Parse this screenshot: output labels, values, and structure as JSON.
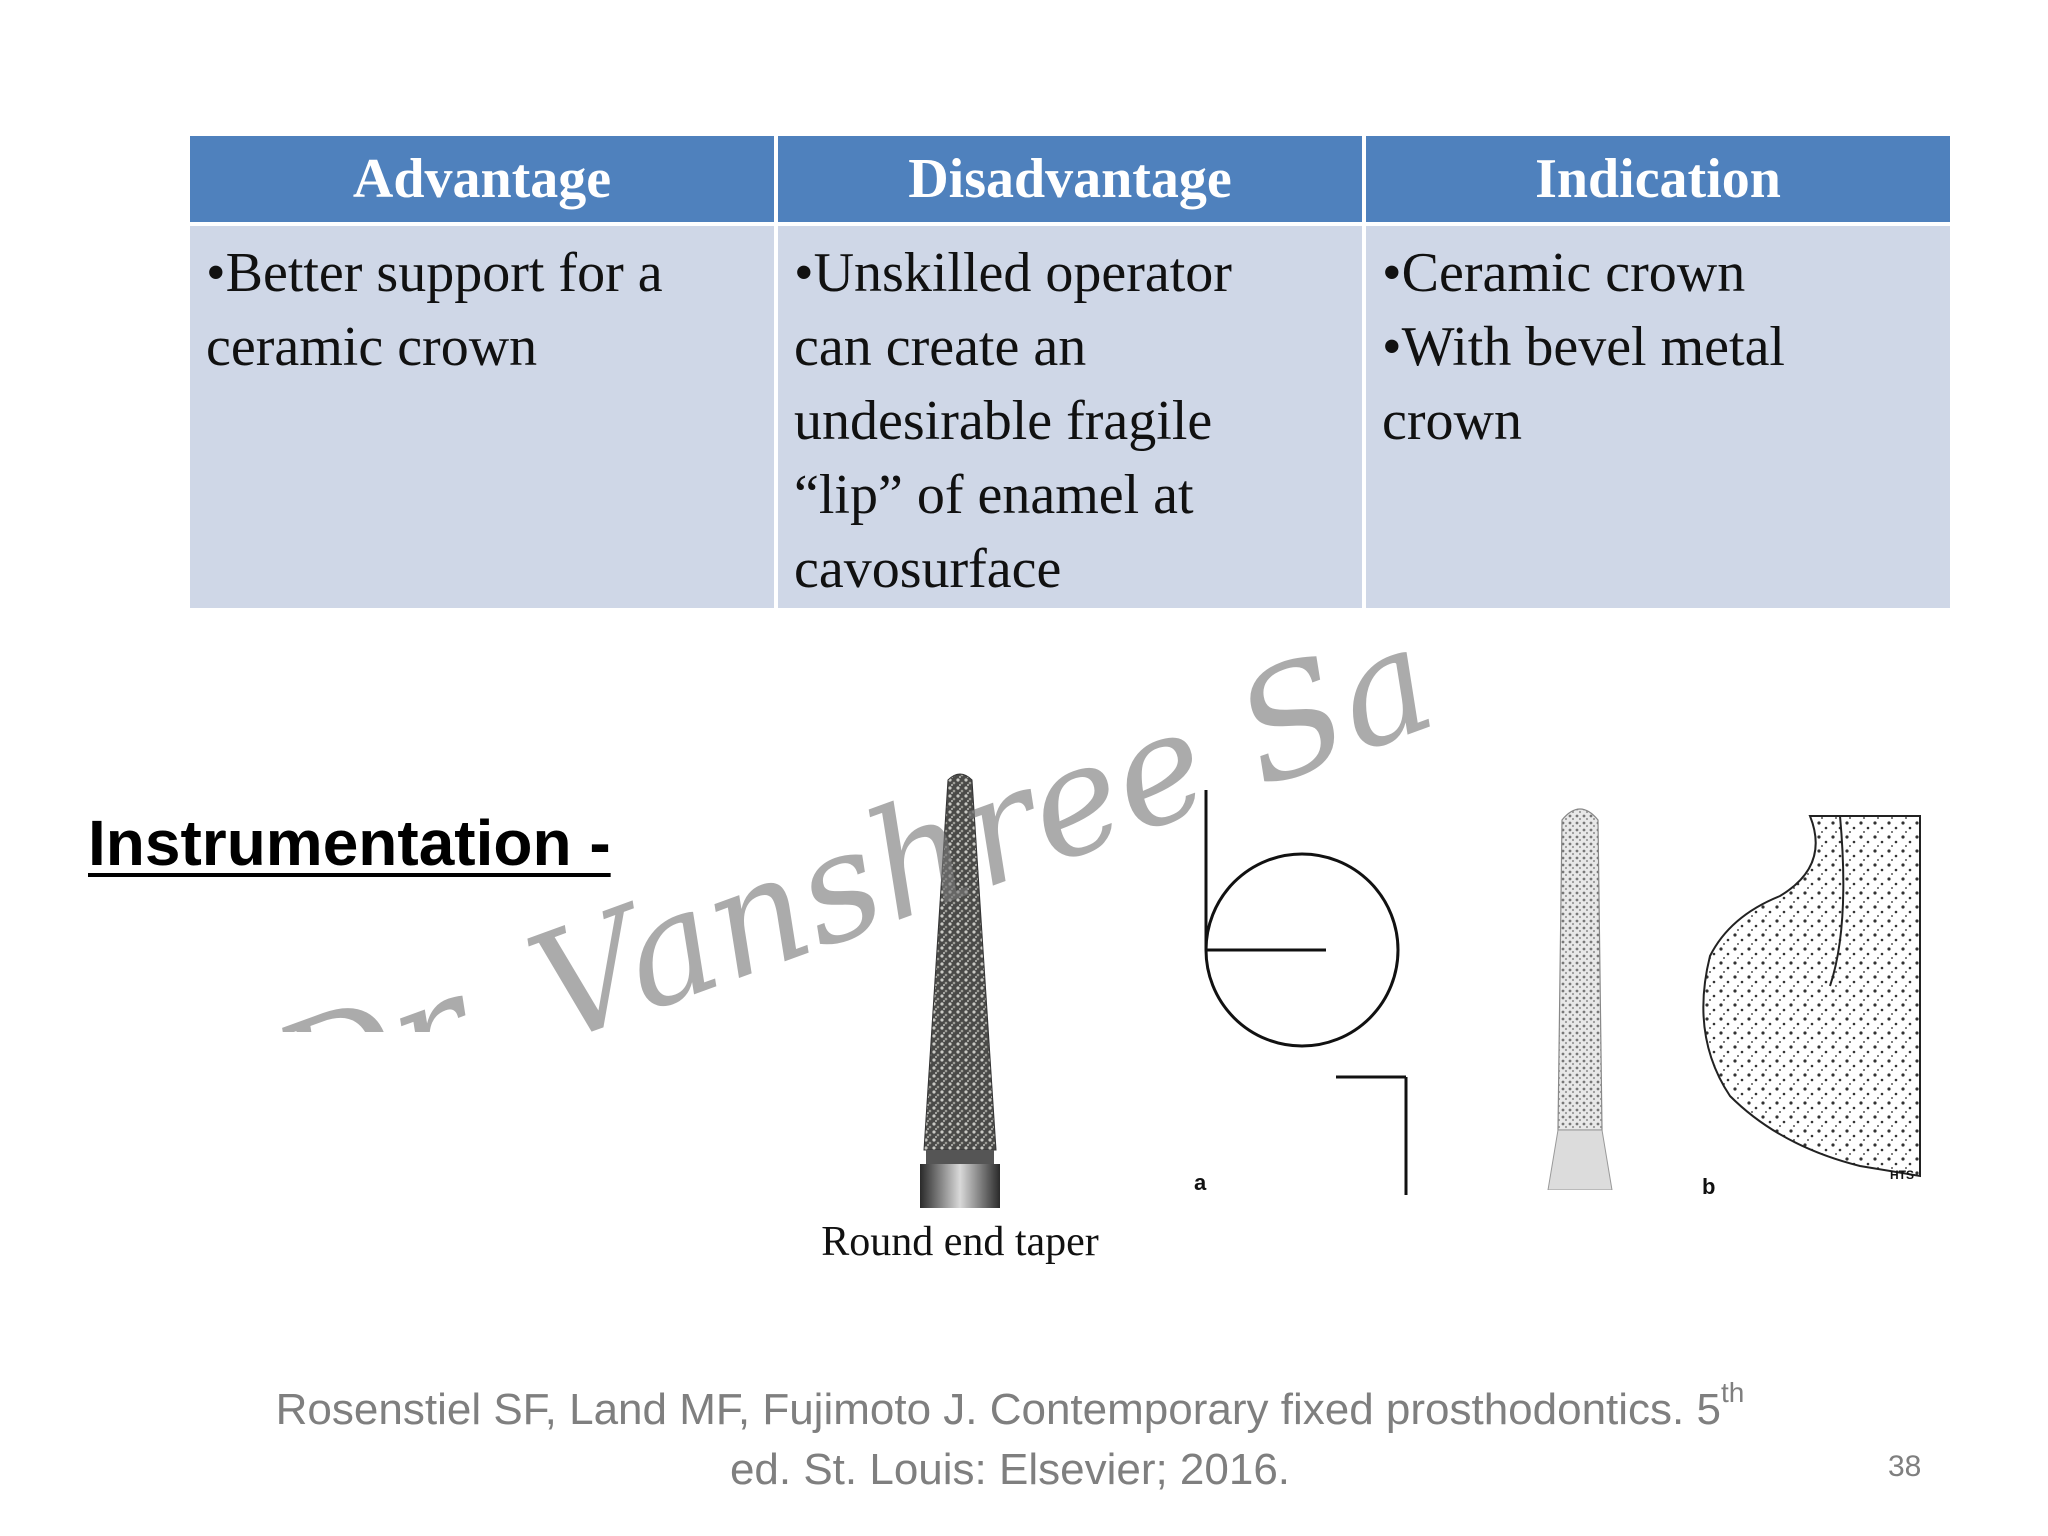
{
  "table": {
    "headers": [
      "Advantage",
      "Disadvantage",
      "Indication"
    ],
    "cells": [
      [
        "•Better support for a",
        "ceramic crown"
      ],
      [
        "•Unskilled operator",
        "can create an",
        "undesirable fragile",
        "“lip” of enamel at",
        "cavosurface"
      ],
      [
        "•Ceramic crown",
        "•With bevel metal",
        "crown"
      ]
    ]
  },
  "heading": "Instrumentation -",
  "watermark": "Dr. Vanshree Sa",
  "figures": {
    "caption": "Round end taper",
    "label_a": "a",
    "label_b": "b",
    "label_hts": "HTS"
  },
  "reference": {
    "line1": "Rosenstiel SF, Land MF, Fujimoto J. Contemporary fixed prosthodontics. 5",
    "superscript": "th",
    "line2": "ed. St. Louis: Elsevier; 2016."
  },
  "page_number": "38"
}
